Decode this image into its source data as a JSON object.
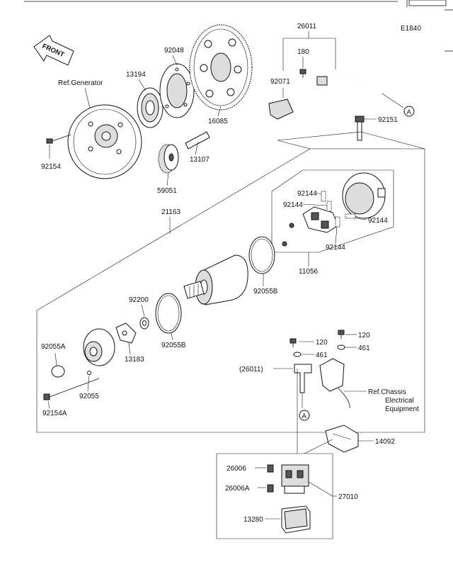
{
  "diagram_code": "E1840",
  "front_label": "FRONT",
  "ref_generator": "Ref.Generator",
  "ref_chassis": [
    "Ref.Chassis",
    "Electrical",
    "Equipment"
  ],
  "circle_mark": "A",
  "parts": {
    "p26011": "26011",
    "p180": "180",
    "p92071": "92071",
    "p92151": "92151",
    "p92048": "92048",
    "p13194": "13194",
    "p16085": "16085",
    "p92154": "92154",
    "p13107": "13107",
    "p59051": "59051",
    "p21163": "21163",
    "p92144a": "92144",
    "p92144b": "92144",
    "p92144c": "92144",
    "p92144d": "92144",
    "p11056": "11056",
    "p92055b_top": "92055B",
    "p92200": "92200",
    "p92055b_low": "92055B",
    "p13183": "13183",
    "p92055a": "92055A",
    "p92055": "92055",
    "p92154a": "92154A",
    "p120a": "120",
    "p120b": "120",
    "p461a": "461",
    "p461b": "461",
    "p26011_ref": "(26011)",
    "p14092": "14092",
    "p26006": "26006",
    "p26006a": "26006A",
    "p27010": "27010",
    "p13280": "13280"
  }
}
